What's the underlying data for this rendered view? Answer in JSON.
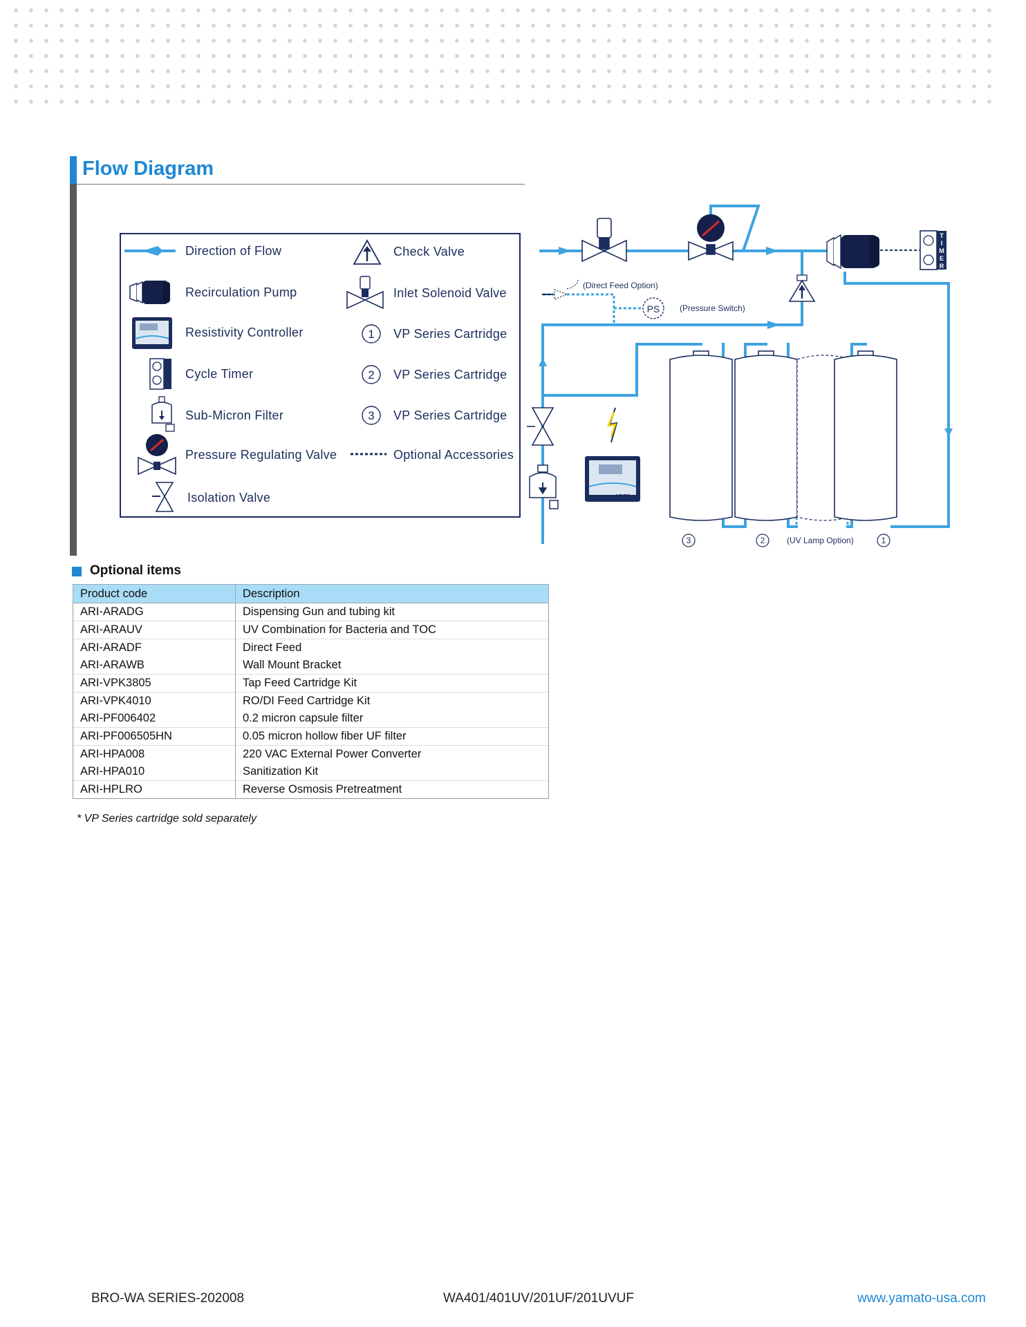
{
  "section": {
    "title": "Flow Diagram"
  },
  "legend": {
    "left": [
      {
        "icon": "flow-arrow-icon",
        "label": "Direction of Flow"
      },
      {
        "icon": "pump-icon",
        "label": "Recirculation Pump"
      },
      {
        "icon": "controller-icon",
        "label": "Resistivity Controller"
      },
      {
        "icon": "timer-icon",
        "label": "Cycle Timer"
      },
      {
        "icon": "filter-icon",
        "label": "Sub-Micron Filter"
      },
      {
        "icon": "pressure-valve-icon",
        "label": "Pressure Regulating Valve"
      },
      {
        "icon": "isolation-valve-icon",
        "label": "Isolation Valve"
      }
    ],
    "right": [
      {
        "icon": "check-valve-icon",
        "label": "Check Valve"
      },
      {
        "icon": "solenoid-valve-icon",
        "label": "Inlet Solenoid Valve"
      },
      {
        "icon": "cartridge-1-icon",
        "num": "1",
        "label": "VP Series Cartridge"
      },
      {
        "icon": "cartridge-2-icon",
        "num": "2",
        "label": "VP Series Cartridge"
      },
      {
        "icon": "cartridge-3-icon",
        "num": "3",
        "label": "VP Series Cartridge"
      },
      {
        "icon": "dotted-line-icon",
        "label": "Optional  Accessories"
      }
    ]
  },
  "diagram": {
    "direct_feed": "(Direct Feed Option)",
    "ps": "PS",
    "pressure_switch": "(Pressure Switch)",
    "uv_lamp": "(UV Lamp Option)",
    "cart_numbers": [
      "3",
      "2",
      "1"
    ],
    "timer_letters": [
      "T",
      "I",
      "M",
      "E",
      "R"
    ],
    "controller_brand": "ARIES"
  },
  "optional": {
    "title": "Optional items",
    "headers": [
      "Product code",
      "Description"
    ],
    "rows": [
      [
        "ARI-ARADG",
        "Dispensing Gun and tubing kit"
      ],
      [
        "ARI-ARAUV",
        "UV Combination for Bacteria and TOC"
      ],
      [
        "ARI-ARADF",
        "Direct Feed"
      ],
      [
        "ARI-ARAWB",
        "Wall Mount Bracket"
      ],
      [
        "ARI-VPK3805",
        "Tap Feed Cartridge Kit"
      ],
      [
        "ARI-VPK4010",
        "RO/DI Feed Cartridge Kit"
      ],
      [
        "ARI-PF006402",
        "0.2 micron capsule filter"
      ],
      [
        "ARI-PF006505HN",
        "0.05 micron hollow fiber UF filter"
      ],
      [
        "ARI-HPA008",
        "220 VAC External Power Converter"
      ],
      [
        "ARI-HPA010",
        "Sanitization Kit"
      ],
      [
        "ARI-HPLRO",
        "Reverse Osmosis Pretreatment"
      ]
    ],
    "footnote": "*  VP Series cartridge sold separately"
  },
  "footer": {
    "left": "BRO-WA SERIES-202008",
    "center": "WA401/401UV/201UF/201UVUF",
    "right": "www.yamato-usa.com"
  },
  "colors": {
    "accent": "#1e88d4",
    "pipe": "#3ea3e0",
    "navy": "#1b2d5c",
    "header": "#a9dcf6"
  }
}
